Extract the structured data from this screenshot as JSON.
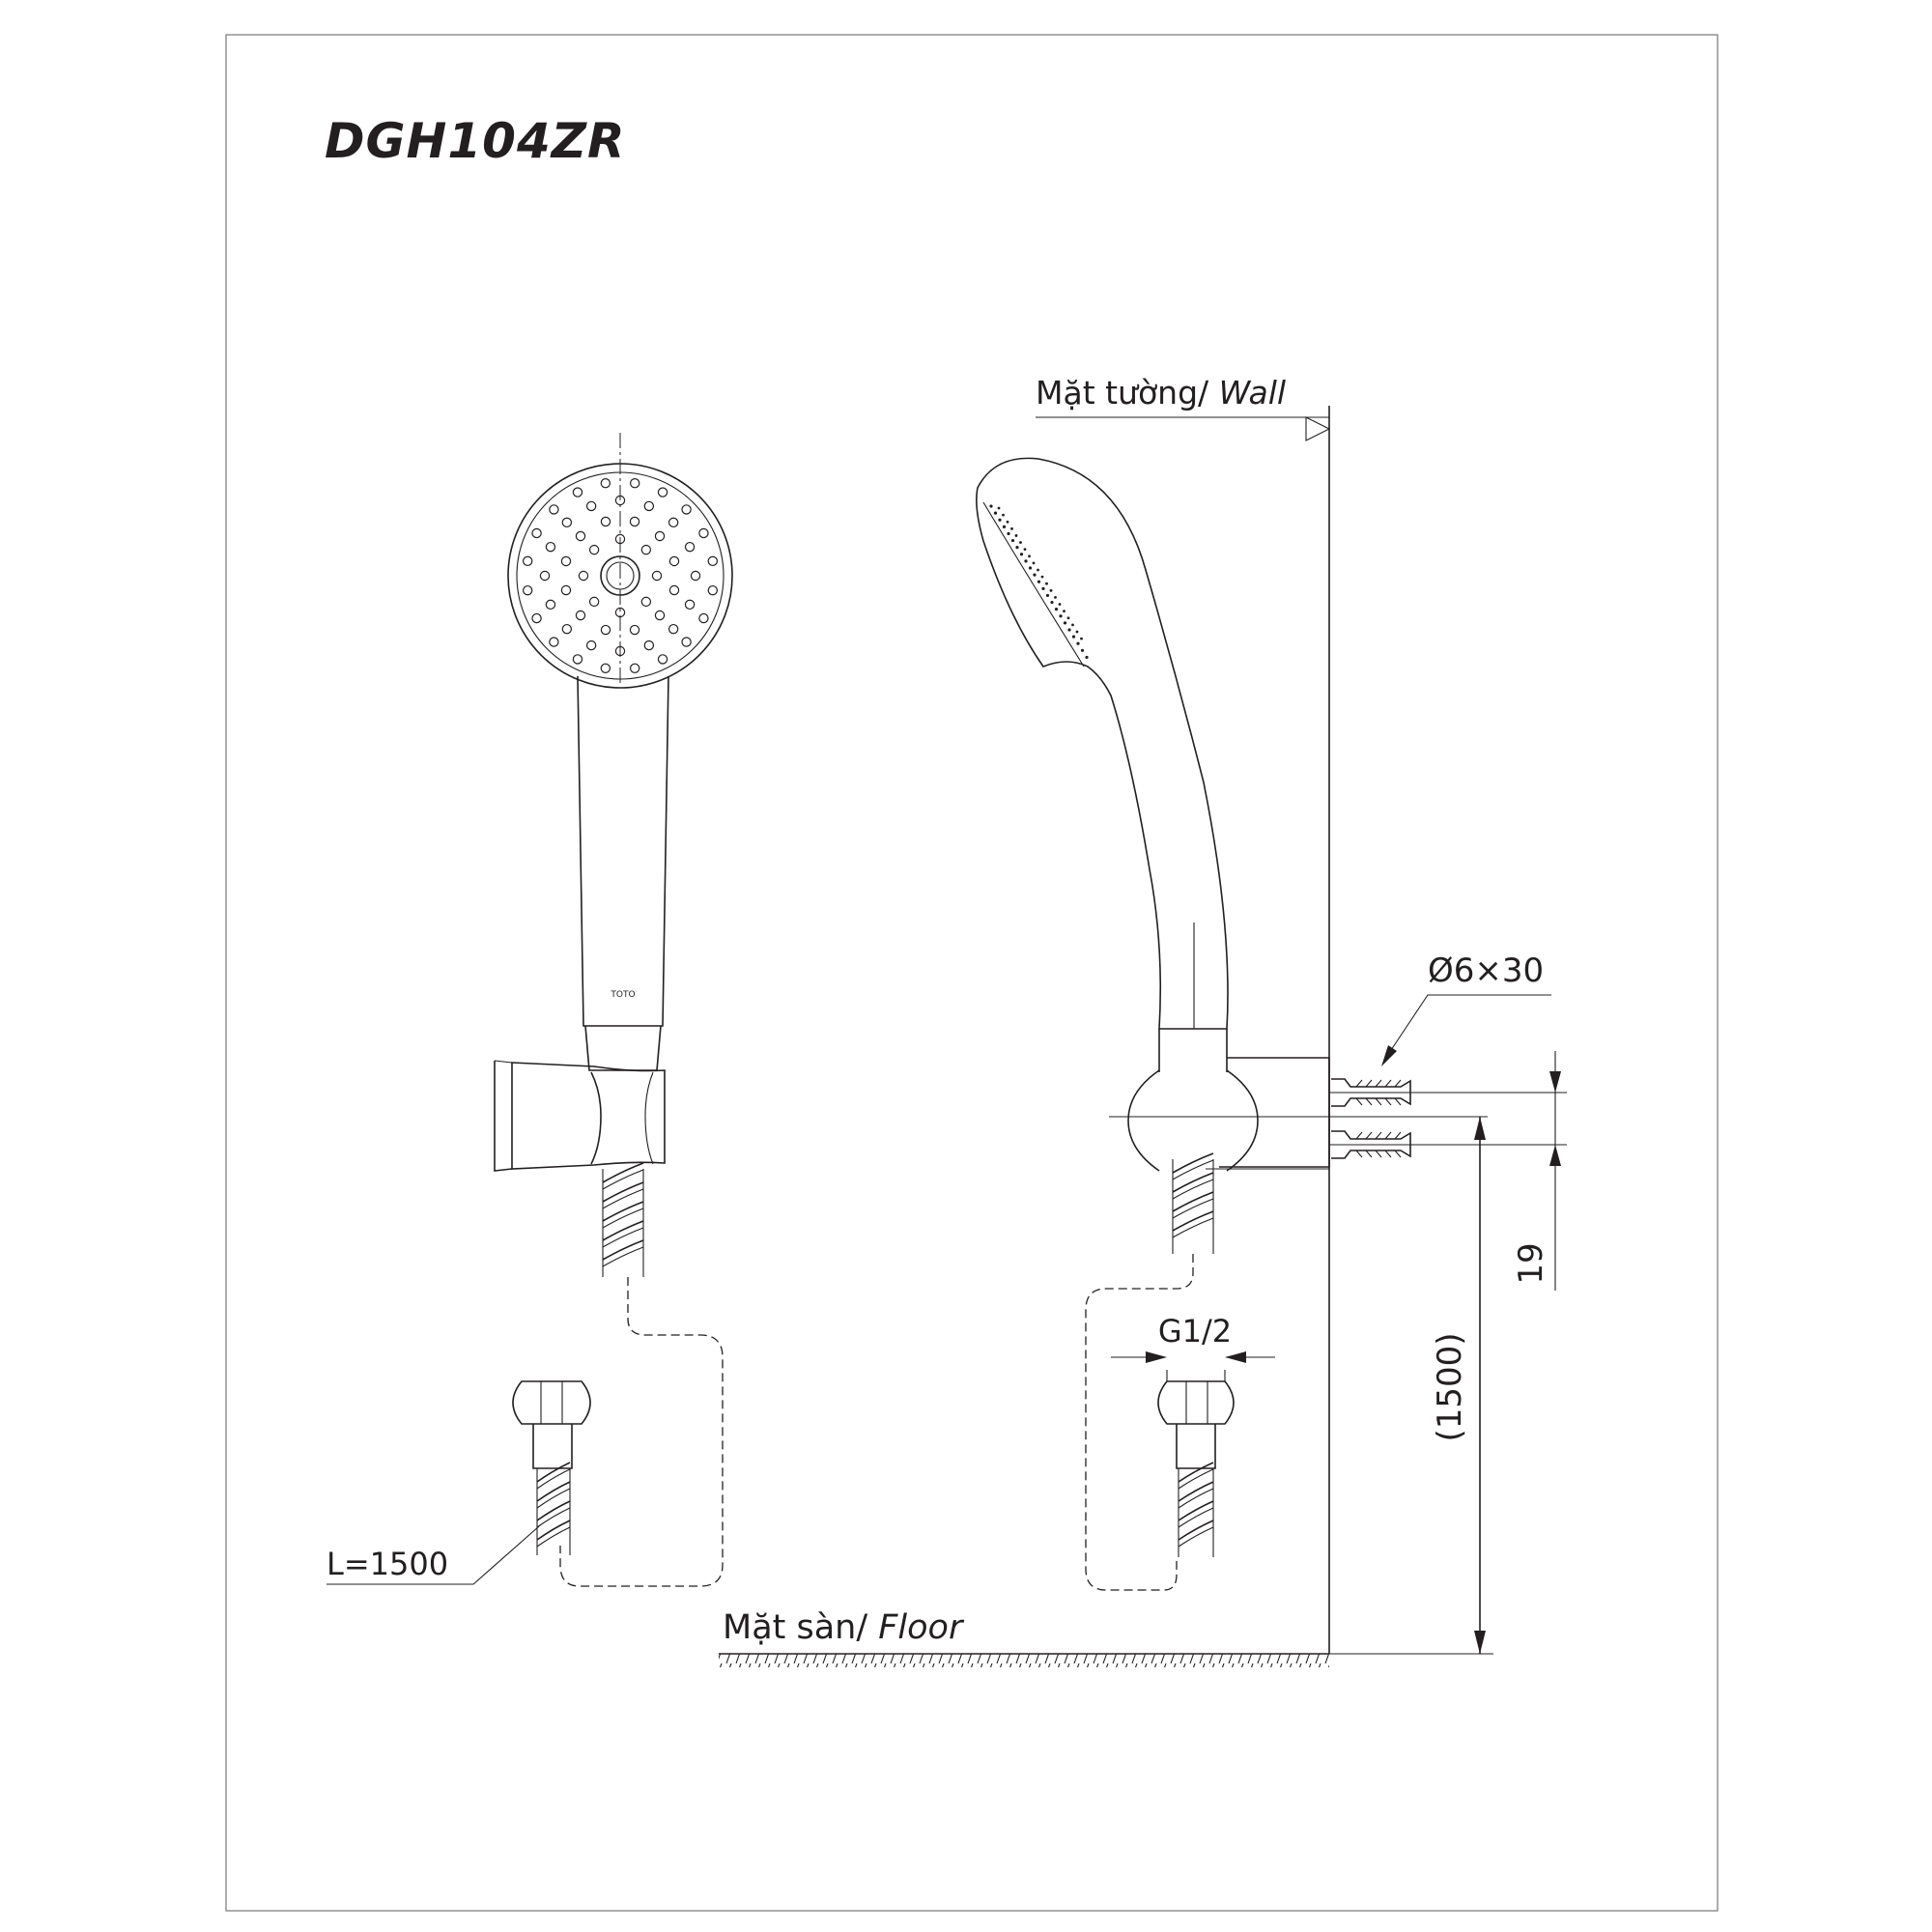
{
  "title": "DGH104ZR",
  "labels": {
    "wall_vi": "Mặt tường/ ",
    "wall_en": "Wall",
    "floor_vi": "Mặt sàn/ ",
    "floor_en": "Floor",
    "screw": "Ø6×30",
    "dim_19": "19",
    "dim_height": "(1500)",
    "thread": "G1/2",
    "hose_length": "L=1500",
    "brand": "TOTO"
  }
}
